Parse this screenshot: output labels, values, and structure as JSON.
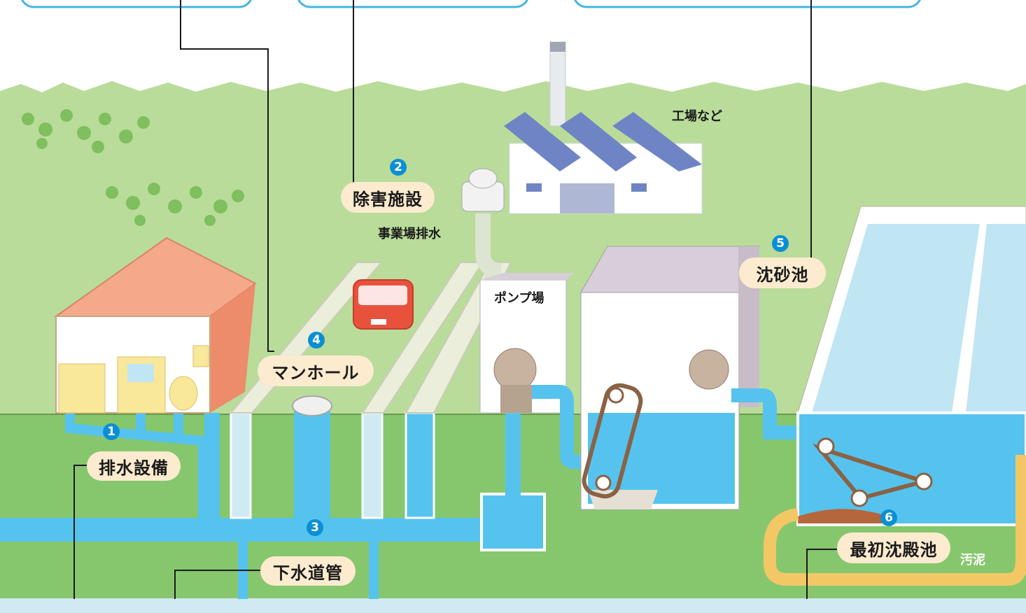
{
  "labels": {
    "drainage_equipment": "排水設備",
    "sewer_pipe": "下水道管",
    "manhole": "マンホール",
    "detox_facility": "除害施設",
    "business_wastewater": "事業場排水",
    "factory": "工場など",
    "pump_station": "ポンプ場",
    "grit_chamber": "沈砂池",
    "primary_settling_tank": "最初沈殿池",
    "sludge": "汚泥"
  },
  "numbers": {
    "n1": "1",
    "n2": "2",
    "n3": "3",
    "n4": "4",
    "n5": "5",
    "n6": "6"
  },
  "colors": {
    "grass": "#b9dc9a",
    "ground": "#86c76e",
    "water": "#55c3ee",
    "pipe_light": "#cfeaf2",
    "label_bg": "#fcebcf",
    "number_badge": "#0b8fd4",
    "sludge_pipe": "#f3c766",
    "factory_roof": "#6f84c4",
    "house_roof": "#f4a98a"
  }
}
